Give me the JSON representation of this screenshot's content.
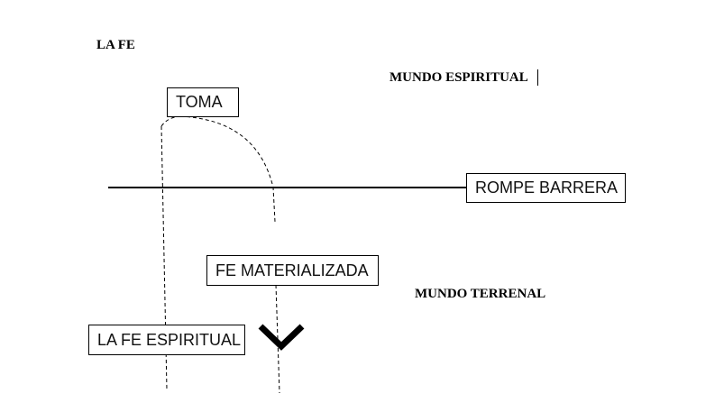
{
  "headings": {
    "title": "LA FE",
    "spiritual_world": "MUNDO ESPIRITUAL",
    "earthly_world": "MUNDO TERRENAL"
  },
  "boxes": {
    "toma": "TOMA",
    "breaks_barrier": "ROMPE BARRERA",
    "materialized_faith": "FE MATERIALIZADA",
    "spiritual_faith": "LA FE ESPIRITUAL"
  },
  "colors": {
    "ink": "#000000",
    "background": "#ffffff"
  },
  "icons": {
    "checkmark": "check-mark-icon"
  }
}
